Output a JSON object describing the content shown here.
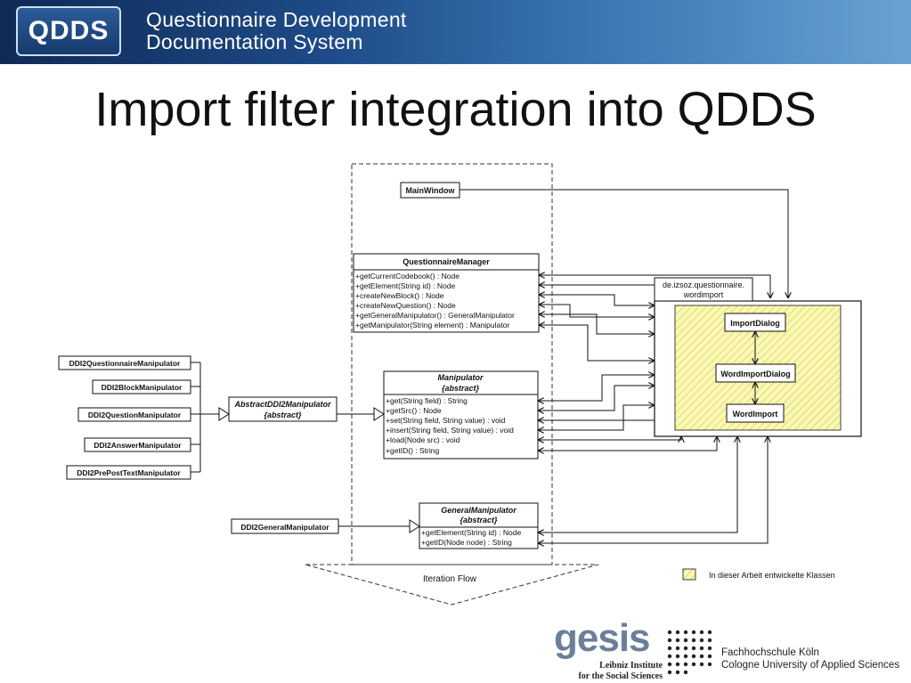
{
  "header": {
    "logo_text": "QDDS",
    "line1": "Questionnaire Development",
    "line2": "Documentation System"
  },
  "title": "Import filter integration into QDDS",
  "diagram": {
    "main_window": "MainWindow",
    "questionnaire_manager": {
      "name": "QuestionnaireManager",
      "methods": [
        "+getCurrentCodebook() : Node",
        "+getElement(String id) : Node",
        "+createNewBlock() : Node",
        "+createNewQuestion() : Node",
        "+getGeneralManipulator() : GeneralManipulator",
        "+getManipulator(String element) : Manipulator"
      ]
    },
    "manipulator": {
      "name": "Manipulator",
      "stereotype": "{abstract}",
      "methods": [
        "+get(String field) : String",
        "+getSrc() : Node",
        "+set(String  field, String  value) : void",
        "+insert(String  field, String value) : void",
        "+load(Node src) : void",
        "+getID() : String"
      ]
    },
    "abstract_ddi2": {
      "name": "AbstractDDI2Manipulator",
      "stereotype": "{abstract}"
    },
    "general_manipulator": {
      "name": "GeneralManipulator",
      "stereotype": "{abstract}",
      "methods": [
        "+getElement(String id) : Node",
        "+getID(Node node) : String"
      ]
    },
    "ddi2_classes": [
      "DDI2QuestionnaireManipulator",
      "DDI2BlockManipulator",
      "DDI2QuestionManipulator",
      "DDI2AnswerManipulator",
      "DDI2PrePostTextManipulator"
    ],
    "ddi2_general": "DDI2GeneralManipulator",
    "package": {
      "line1": "de.izsoz.questionnaire.",
      "line2": "wordimport"
    },
    "package_classes": [
      "ImportDialog",
      "WordImportDialog",
      "WordImport"
    ],
    "iteration_flow": "Iteration Flow",
    "legend": "In dieser Arbeit entwickelte Klassen",
    "colors": {
      "highlight": "#fbf8b4",
      "hatch": "#d6d06a"
    }
  },
  "footer": {
    "gesis_word": "gesis",
    "gesis_sub1": "Leibniz Institute",
    "gesis_sub2": "for the Social Sciences",
    "fh_line1": "Fachhochschule Köln",
    "fh_line2": "Cologne University of Applied Sciences"
  }
}
